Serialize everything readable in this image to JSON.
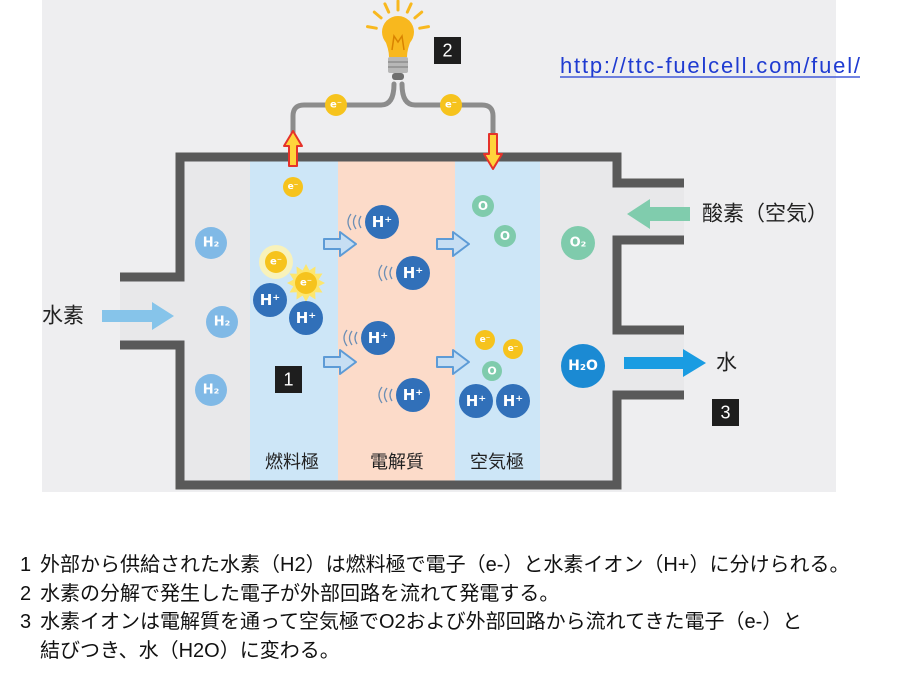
{
  "url": "http://ttc-fuelcell.com/fuel/",
  "diagram": {
    "markers": {
      "one": "1",
      "two": "2",
      "three": "3"
    },
    "inputs": {
      "hydrogen": "水素",
      "oxygen": "酸素（空気）",
      "water": "水"
    },
    "layers": {
      "anode": "燃料極",
      "electrolyte": "電解質",
      "cathode": "空気極"
    },
    "particles": {
      "hydrogen_molecule": "H₂",
      "hydrogen_ion": "H⁺",
      "electron": "e⁻",
      "oxygen_atom": "O",
      "oxygen_molecule": "O₂",
      "water_molecule": "H₂O"
    },
    "colors": {
      "anode_layer": "#cde6f7",
      "electrolyte_layer": "#fcdbc9",
      "cathode_layer": "#cde6f7",
      "hydrogen_molecule": "#80b9e6",
      "hydrogen_ion": "#3170b9",
      "electron": "#f6c31d",
      "oxygen": "#7fcbac",
      "water_molecule": "#1b8ad3",
      "hydrogen_arrow": "#86c4ea",
      "oxygen_arrow": "#80ccad",
      "water_arrow": "#1a9ce2",
      "current_arrow_fill": "#ffd43b",
      "current_arrow_outline": "#e5322a",
      "link": "#1f3bd1"
    }
  },
  "notes": [
    {
      "number": "1",
      "lines": [
        "外部から供給された水素（H2）は燃料極で電子（e-）と水素イオン（H+）に分けられる。"
      ]
    },
    {
      "number": "2",
      "lines": [
        "水素の分解で発生した電子が外部回路を流れて発電する。"
      ]
    },
    {
      "number": "3",
      "lines": [
        "水素イオンは電解質を通って空気極でO2および外部回路から流れてきた電子（e-）と",
        "結びつき、水（H2O）に変わる。"
      ]
    }
  ]
}
